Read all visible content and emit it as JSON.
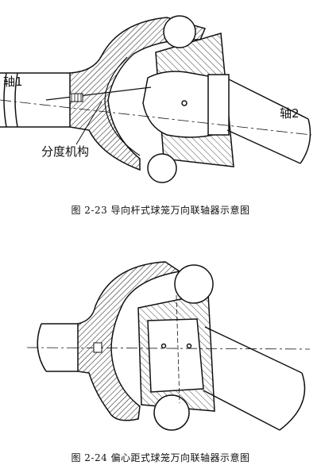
{
  "figure1": {
    "caption": "图 2-23 导向杆式球笼万向联轴器示意图",
    "labels": {
      "shaft_1": "轴1",
      "shaft_2": "轴2",
      "indexing_mechanism": "分度机构"
    }
  },
  "figure2": {
    "caption": "图 2-24 偏心距式球笼万向联轴器示意图"
  },
  "colors": {
    "line": "#111111",
    "background": "#ffffff"
  }
}
